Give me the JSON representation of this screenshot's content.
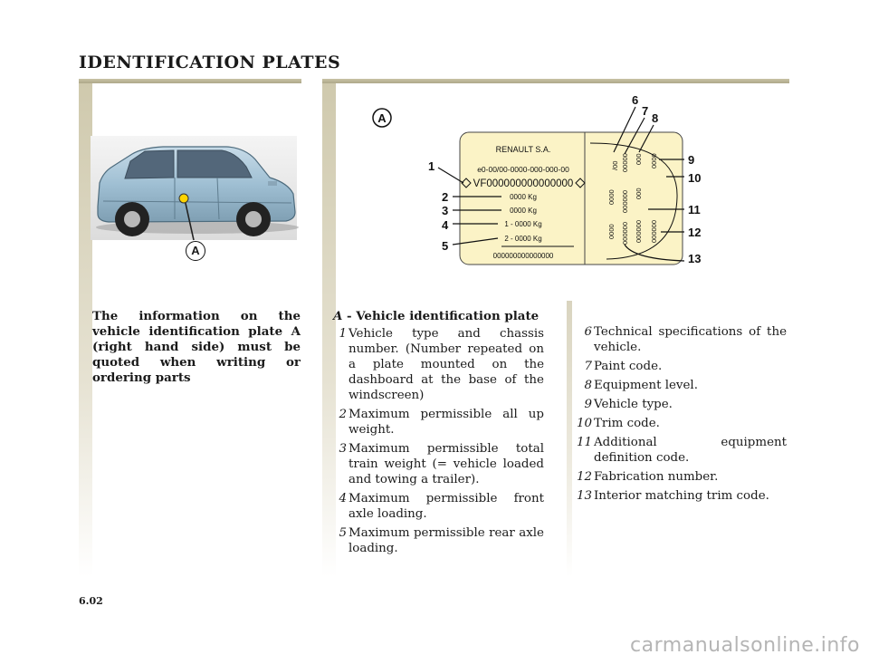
{
  "page": {
    "title": "IDENTIFICATION PLATES",
    "page_number": "6.02",
    "watermark": "carmanualsonline.info"
  },
  "left_panel": {
    "car_marker": "A",
    "note": "The information on the vehicle identification plate A (right hand side) must be quoted when writing or ordering parts"
  },
  "plate_diagram": {
    "marker": "A",
    "brand": "RENAULT S.A.",
    "approval": "e0-00/00-0000-000-000-00",
    "vin": "VF000000000000000",
    "weights": [
      "0000 Kg",
      "0000 Kg",
      "1 - 0000 Kg",
      "2 - 0000 Kg"
    ],
    "fabrication": "000000000000000",
    "right_codes": [
      "/00",
      "00000",
      "000",
      "0000",
      "0000",
      "000000",
      "000",
      "0000",
      "000000",
      "000000",
      "000000"
    ],
    "callouts": [
      "1",
      "2",
      "3",
      "4",
      "5",
      "6",
      "7",
      "8",
      "9",
      "10",
      "11",
      "12",
      "13"
    ]
  },
  "legend": {
    "heading_letter": "A",
    "heading_text": " - Vehicle identification plate",
    "items_left": [
      {
        "n": "1",
        "text": "Vehicle type and chassis number. (Number repeated on a plate mounted on the dashboard at the base of the windscreen)"
      },
      {
        "n": "2",
        "text": "Maximum permissible all up weight."
      },
      {
        "n": "3",
        "text": "Maximum permissible total train weight (= vehicle loaded and towing a trailer)."
      },
      {
        "n": "4",
        "text": "Maximum permissible front axle loading."
      },
      {
        "n": "5",
        "text": "Maximum permissible rear axle loading."
      }
    ],
    "items_right": [
      {
        "n": "6",
        "text": "Technical specifications of the vehicle."
      },
      {
        "n": "7",
        "text": "Paint code."
      },
      {
        "n": "8",
        "text": "Equipment level."
      },
      {
        "n": "9",
        "text": "Vehicle type."
      },
      {
        "n": "10",
        "text": "Trim code."
      },
      {
        "n": "11",
        "text": "Additional equipment definition code."
      },
      {
        "n": "12",
        "text": "Fabrication number."
      },
      {
        "n": "13",
        "text": "Interior matching trim code."
      }
    ]
  }
}
